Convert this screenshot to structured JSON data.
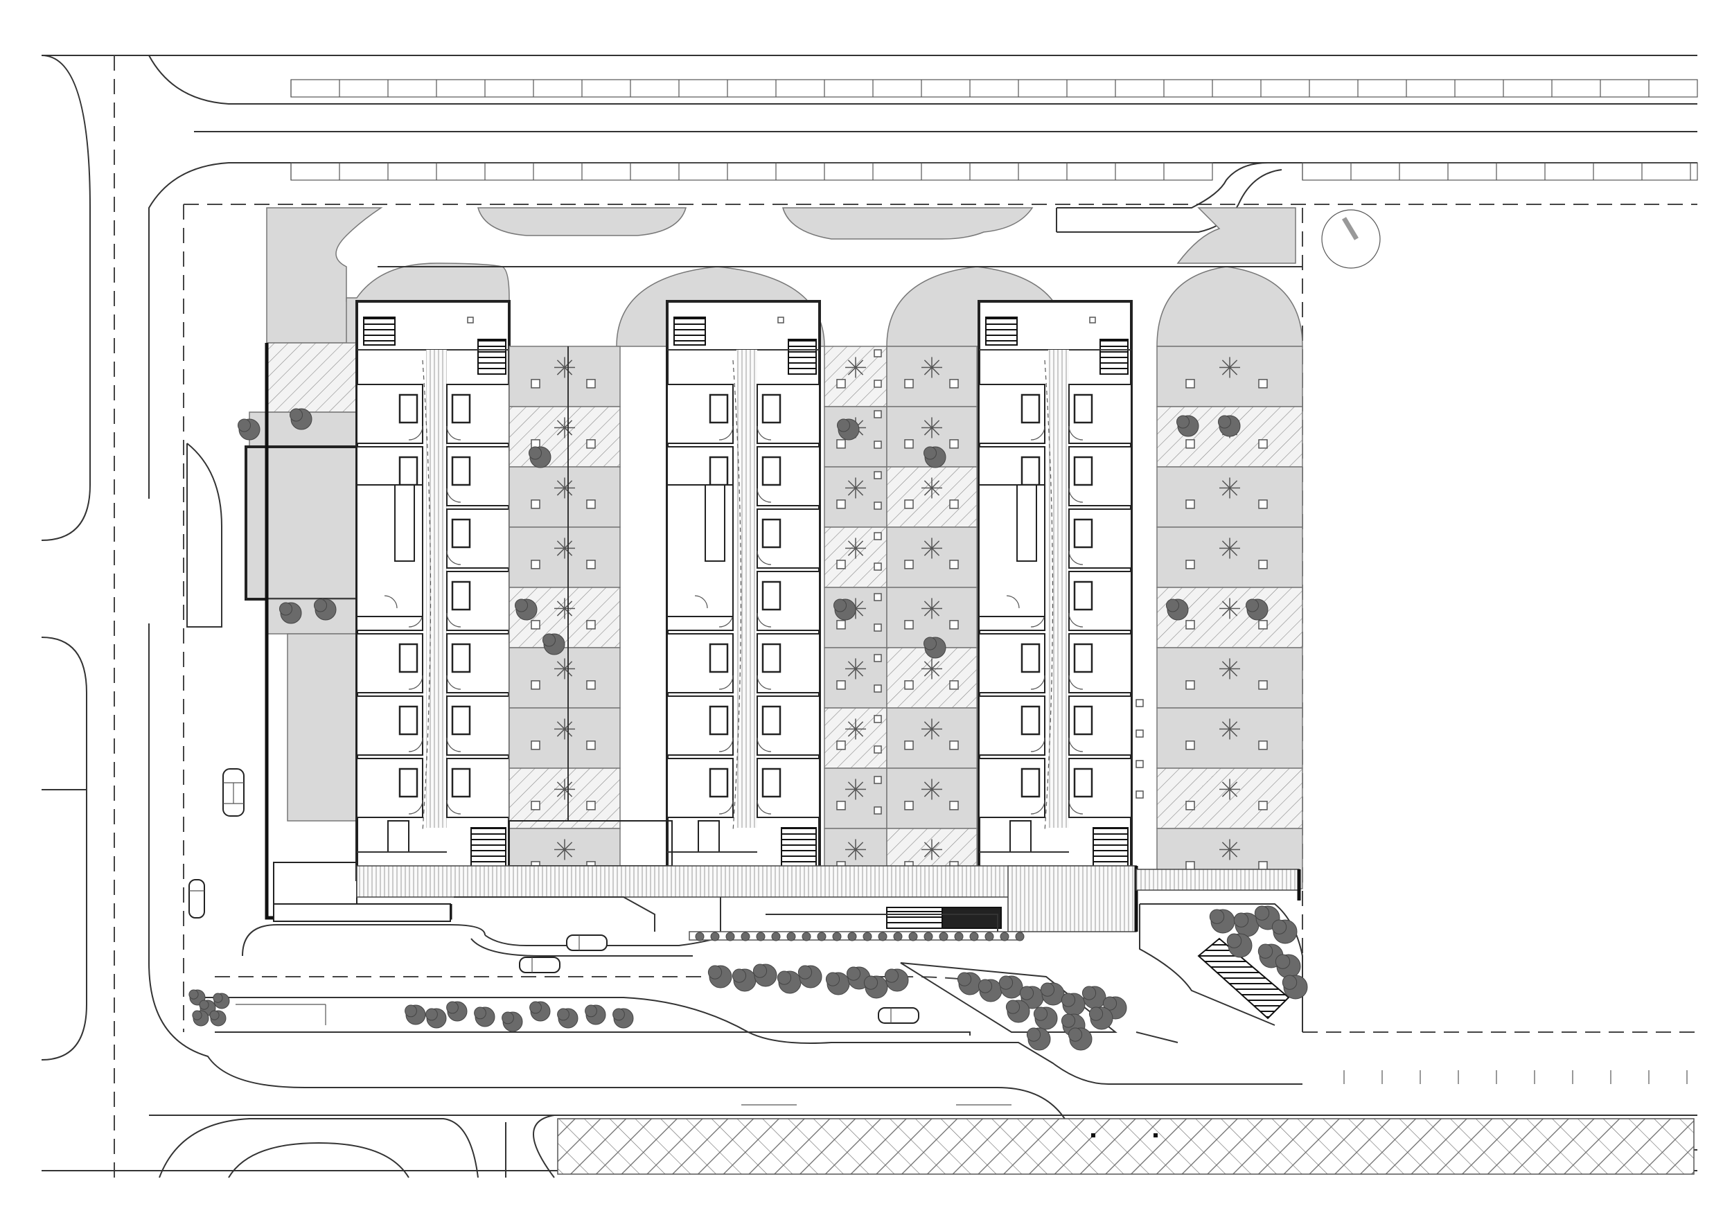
{
  "drawing": {
    "type": "architectural-site-plan",
    "blocks": 3,
    "bedroom_rows_per_block": 7,
    "gardens_between_blocks": 4
  },
  "colors": {
    "line": "#333333",
    "vegetation": "#d9d9d9",
    "tree": "#6a6a6a",
    "background": "#ffffff"
  },
  "icons": {
    "tree": "tree-icon",
    "shrub": "shrub-icon",
    "car": "car-icon",
    "stair": "stair-icon"
  }
}
